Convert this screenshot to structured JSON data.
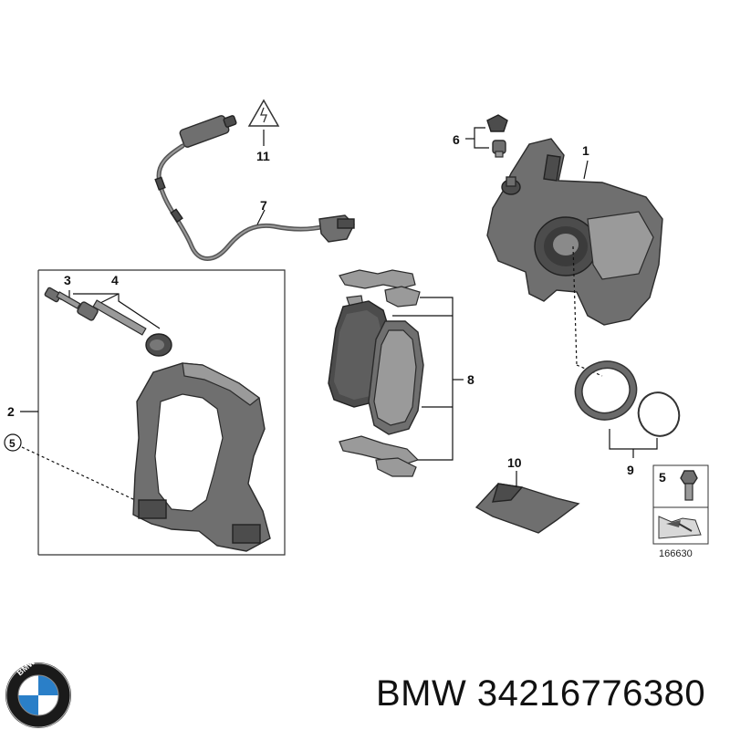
{
  "diagram": {
    "callouts": {
      "c1": "1",
      "c2": "2",
      "c3": "3",
      "c4": "4",
      "c5": "5",
      "c5b": "5",
      "c6": "6",
      "c7": "7",
      "c8": "8",
      "c9": "9",
      "c10": "10",
      "c11": "11"
    },
    "image_number": "166630"
  },
  "footer": {
    "brand": "BMW",
    "part_number": "34216776380",
    "logo_letters": "BMW"
  }
}
